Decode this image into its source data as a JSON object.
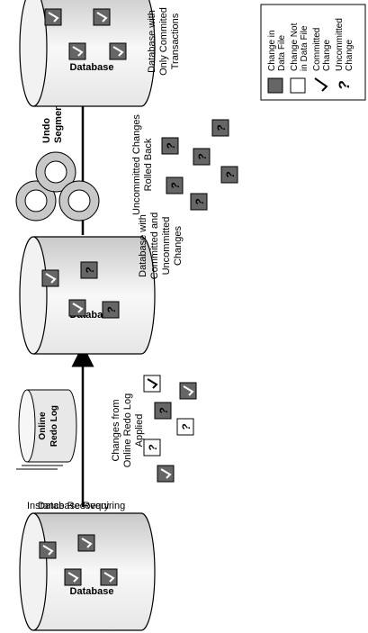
{
  "diagram": {
    "stages": [
      {
        "db_label": "Database",
        "caption": [
          "Database Requiring",
          "Instance Recovery"
        ]
      },
      {
        "db_label": "Database",
        "caption": [
          "Database with",
          "Committed and",
          "Uncommitted",
          "Changes"
        ]
      },
      {
        "db_label": "Database",
        "caption": [
          "Database with",
          "Only Commited",
          "Transactions"
        ]
      }
    ],
    "redo_log": {
      "label_lines": [
        "Online",
        "Redo Log"
      ],
      "caption": [
        "Changes from",
        "Online Redo Log",
        "Applied"
      ]
    },
    "undo": {
      "label_lines": [
        "Undo",
        "Segments"
      ],
      "caption": [
        "Uncommitted Changes",
        "Rolled Back"
      ]
    }
  },
  "legend": {
    "items": [
      {
        "symbol": "filled-square",
        "lines": [
          "Change in",
          "Data File"
        ]
      },
      {
        "symbol": "empty-square",
        "lines": [
          "Change Not",
          "in Data File"
        ]
      },
      {
        "symbol": "check-mark",
        "lines": [
          "Committed",
          "Change"
        ]
      },
      {
        "symbol": "question-mark",
        "lines": [
          "Uncommitted",
          "Change"
        ]
      }
    ]
  },
  "colors": {
    "filled_change": "#666666",
    "cylinder_fill": "#d8d8d8",
    "undo_fill": "#c8c8c8",
    "stroke": "#000000"
  }
}
